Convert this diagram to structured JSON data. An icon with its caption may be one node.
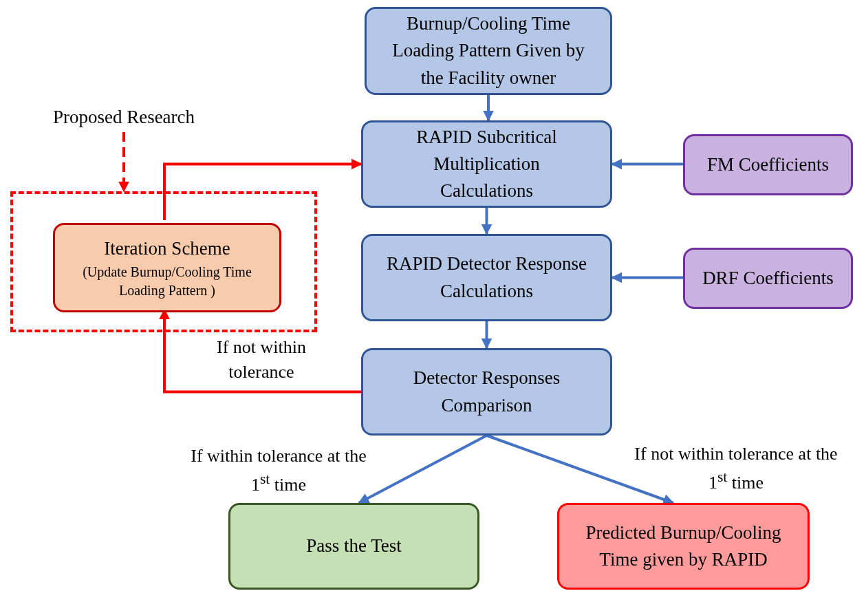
{
  "diagram": {
    "nodes": [
      {
        "text": [
          "Burnup/Cooling Time Loading Pattern Given by the Facility owner"
        ]
      },
      {
        "text": [
          "RAPID Subcritical Multiplication Calculations"
        ]
      },
      {
        "text": [
          "FM Coefficients"
        ]
      },
      {
        "text": [
          "RAPID Detector Response Calculations"
        ]
      },
      {
        "text": [
          "DRF Coefficients"
        ]
      },
      {
        "text": [
          "Detector Responses Comparison"
        ]
      },
      {
        "text": [
          "Pass the Test"
        ]
      },
      {
        "text": [
          "Predicted Burnup/Cooling Time given by RAPID"
        ]
      },
      {
        "text": [
          "Proposed Research"
        ]
      },
      {
        "text": [],
        "shape": "box"
      },
      {
        "text": [
          "Iteration Scheme",
          "(Update Burnup/Cooling Time Loading Pattern )"
        ],
        "in": 9
      }
    ],
    "edges": [
      {
        "from": 0,
        "to": 1,
        "arrow": "to"
      },
      {
        "from": 2,
        "to": 1,
        "arrow": "to"
      },
      {
        "from": 1,
        "to": 3,
        "arrow": "to"
      },
      {
        "from": 4,
        "to": 3,
        "arrow": "to"
      },
      {
        "from": 3,
        "to": 5,
        "arrow": "to"
      },
      {
        "from": 5,
        "to": 6,
        "arrow": "to",
        "label": "If within tolerance at the 1$^{st}$ time"
      },
      {
        "from": 5,
        "to": 7,
        "arrow": "to",
        "label": "If not within tolerance at the 1$^{st}$ time"
      },
      {
        "from": 5,
        "to": 10,
        "arrow": "to",
        "label": "If not within tolerance",
        "color": "#ff0000"
      },
      {
        "from": 10,
        "to": 1,
        "arrow": "to",
        "color": "#ff0000"
      },
      {
        "from": 8,
        "to": 9,
        "arrow": "to",
        "style": "dashed",
        "color": "#ff0000"
      }
    ]
  }
}
